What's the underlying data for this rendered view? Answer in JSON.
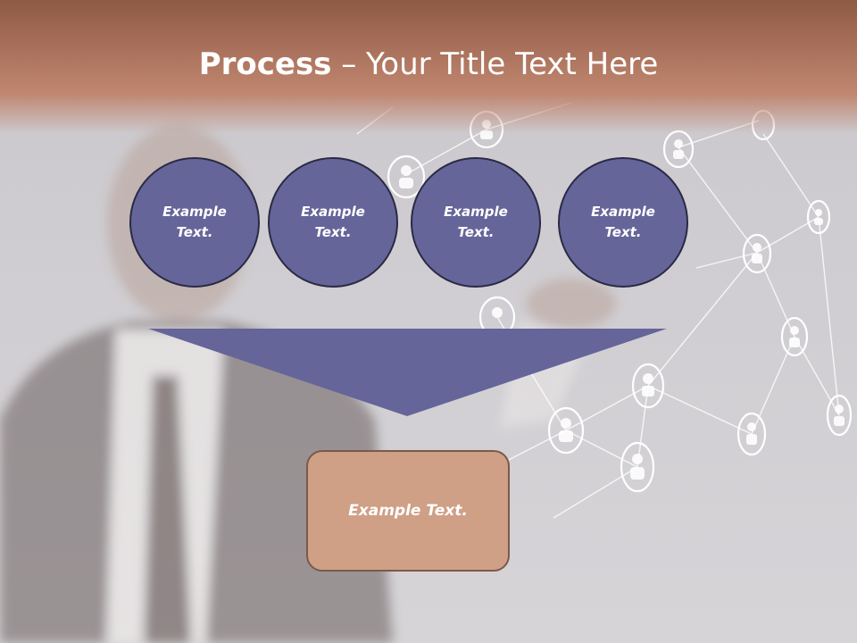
{
  "title": {
    "bold": "Process",
    "rest": " – Your Title Text Here"
  },
  "circles": [
    {
      "line1": "Example",
      "line2": "Text."
    },
    {
      "line1": "Example",
      "line2": "Text."
    },
    {
      "line1": "Example",
      "line2": "Text."
    },
    {
      "line1": "Example",
      "line2": "Text."
    }
  ],
  "result_box": {
    "label": "Example Text."
  },
  "colors": {
    "circle_fill": "#65659a",
    "arrow_fill": "#65659a",
    "box_fill": "#cf9f86",
    "header": "#a8705a"
  }
}
